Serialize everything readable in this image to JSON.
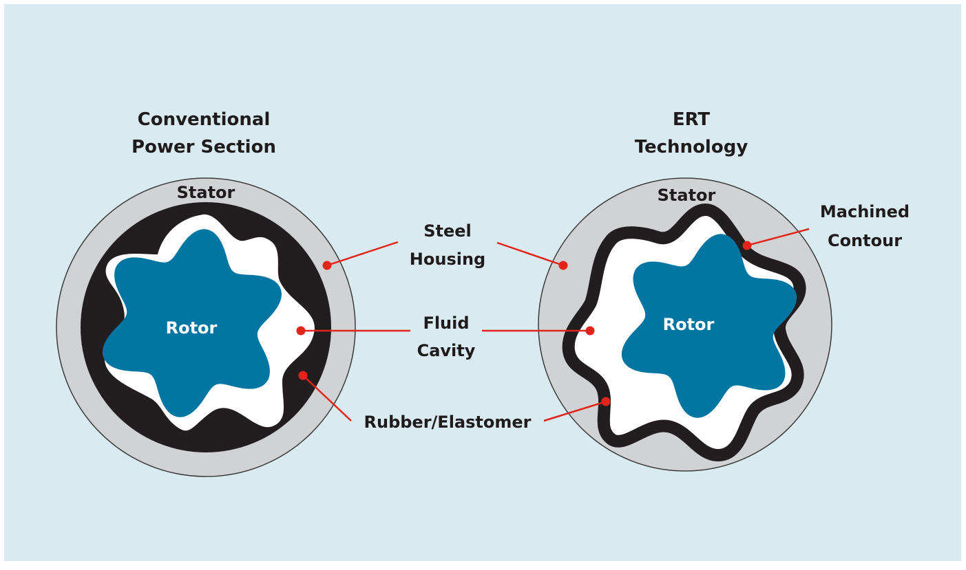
{
  "left_diagram": {
    "title_line1": "Conventional",
    "title_line2": "Power Section",
    "stator_label": "Stator",
    "rotor_label": "Rotor"
  },
  "right_diagram": {
    "title_line1": "ERT",
    "title_line2": "Technology",
    "stator_label": "Stator",
    "rotor_label": "Rotor",
    "contour_label_line1": "Machined",
    "contour_label_line2": "Contour"
  },
  "callouts": {
    "steel_housing_line1": "Steel",
    "steel_housing_line2": "Housing",
    "fluid_cavity_line1": "Fluid",
    "fluid_cavity_line2": "Cavity",
    "rubber_elastomer": "Rubber/Elastomer"
  },
  "colors": {
    "background": "#d9eaf0",
    "housing": "#d1d2d4",
    "elastomer": "#221e1f",
    "rotor": "#0276a3",
    "cavity": "#ffffff",
    "leader": "#e1251b",
    "text": "#1f1b1c"
  }
}
